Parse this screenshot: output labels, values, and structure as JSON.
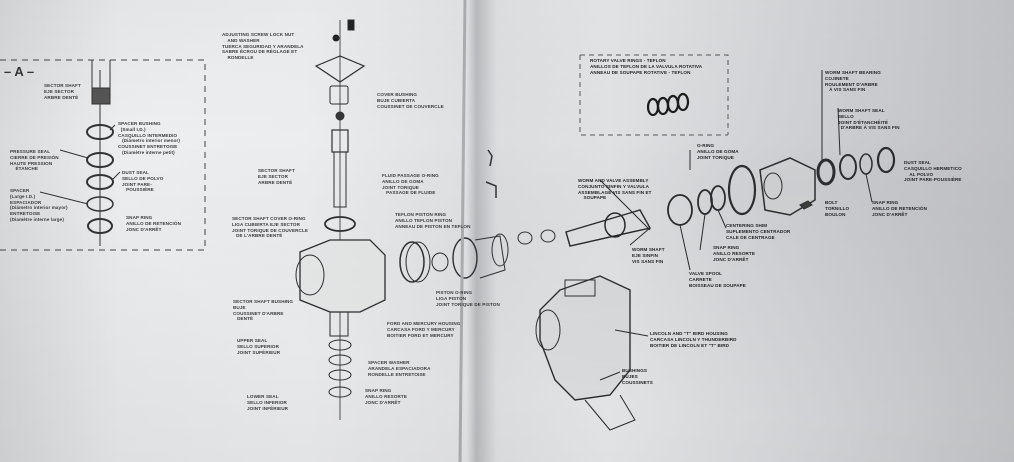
{
  "inset": {
    "section_marker": "– A –",
    "sector_shaft": "SECTOR SHAFT\nEJE SECTOR\nARBRE DENTÉ",
    "spacer_bushing": "SPACER BUSHING\n  (Small I.D.)\nCASQUILLO INTERMEDIO\n   (Diámetro interior menor)\nCOUSSINET ENTRETOISE\n   (Diamètre interne petit)",
    "pressure_seal": "PRESSURE SEAL\nCIERRE DE PRESIÓN\nHAUTE PRESSION\n    ÉTANCHE",
    "dust_seal": "DUST SEAL\nSELLO DE POLVO\nJOINT PARE-\n   POUSSIÈRE",
    "spacer": "SPACER\n(Large I.D.)\nESPACIADOR\n(Diámetro interior mayor)\nENTRETOISE\n(Diamètre interne large)",
    "snap_ring": "SNAP RING\nANILLO DE RETENCIÓN\nJONC D'ARRÊT"
  },
  "labels": {
    "adjusting_screw": "ADJUSTING SCREW LOCK NUT\n    AND WASHER\nTUERCA SEGURIDAD Y ARANDELA\nSABRE ÉCROU DE RÉGLAGE ET\n    RONDELLE",
    "cover_bushing": "COVER BUSHING\nBUJE CUBIERTA\nCOUSSINET DE COUVERCLE",
    "sector_shaft": "SECTOR SHAFT\nEJE SECTOR\nARBRE DENTÉ",
    "fluid_passage_oring": "FLUID PASSAGE O-RING\nANILLO DE GOMA\nJOINT TORIQUE\n   PASSAGE DE FLUIDE",
    "sector_shaft_cover_oring": "SECTOR SHAFT COVER O-RING\nLIGA CUBIERTA EJE SECTOR\nJOINT TORIQUE DE COUVERCLE\n   DE L'ARBRE DENTÉ",
    "teflon_piston_ring": "TEFLON PISTON RING\nANILLO TEFLON PISTON\nANNEAU DE PISTON EN TEFLON",
    "piston_oring": "PISTON O-RING\nLIGA PISTON\nJOINT TORIQUE DE PISTON",
    "sector_shaft_bushing": "SECTOR SHAFT BUSHING\nBUJE\nCOUSSINET D'ARBRE\n   DENTÉ",
    "ford_housing": "FORD AND MERCURY HOUSING\nCARCASA FORD Y MERCURY\nBOITIER FORD ET MERCURY",
    "upper_seal": "UPPER SEAL\nSELLO SUPERIOR\nJOINT SUPÉRIEUR",
    "spacer_washer": "SPACER WASHER\nARANDELA ESPACIADORA\nRONDELLE ENTRETOISE",
    "snap_ring_lower": "SNAP RING\nANILLO RESORTE\nJONC D'ARRÊT",
    "lower_seal": "LOWER SEAL\nSELLO INFERIOR\nJOINT INFÉRIEUR",
    "rotary_valve_rings": "ROTARY VALVE RINGS - TEFLON\nANILLOS DE TEFLON DE LA VALVULA ROTATIVA\nANNEAU DE SOUPAPE ROTATIVE - TEFLON",
    "oring": "O-RING\nANILLO DE GOMA\nJOINT TORIQUE",
    "worm_valve_assembly": "WORM AND VALVE ASSEMBLY\nCONJUNTO SINFIN Y VALVULA\nASSEMBLAGE VIS SANS FIN ET\n    SOUPAPE",
    "centering_shim": "CENTERING SHIM\nSUPLEMENTO CENTRADOR\nCALE DE CENTRAGE",
    "snap_ring_valve": "SNAP RING\nANILLO RESORTE\nJONC D'ARRÊT",
    "worm_shaft": "WORM SHAFT\nEJE SINFIN\nVIS SANS FIN",
    "valve_spool": "VALVE SPOOL\nCARRETE\nBOISSEAU DE SOUPAPE",
    "worm_shaft_bearing": "WORM SHAFT BEARING\nCOJINETE\nROULEMENT D'ARBRE\n   À VIS SANS FIN",
    "worm_shaft_seal": "WORM SHAFT SEAL\nSELLO\nJOINT D'ÉTANCHÉITÉ\n  D'ARBRE À VIS SANS FIN",
    "dust_seal": "DUST SEAL\nCASQUILLO HERMETICO\n    AL POLVO\nJOINT PARE-POUSSIÈRE",
    "bolt": "BOLT\nTORNILLO\nBOULON",
    "snap_ring_end": "SNAP RING\nANILLO DE RETENCIÓN\nJONC D'ARRÊT",
    "lincoln_housing": "LINCOLN AND \"T\" BIRD HOUSING\nCARCASA LINCOLN Y THUNDERBIRD\nBOITIER DE LINCOLN ET \"T\" BIRD",
    "bushings": "BUSHINGS\nBUJES\nCOUSSINETS"
  }
}
